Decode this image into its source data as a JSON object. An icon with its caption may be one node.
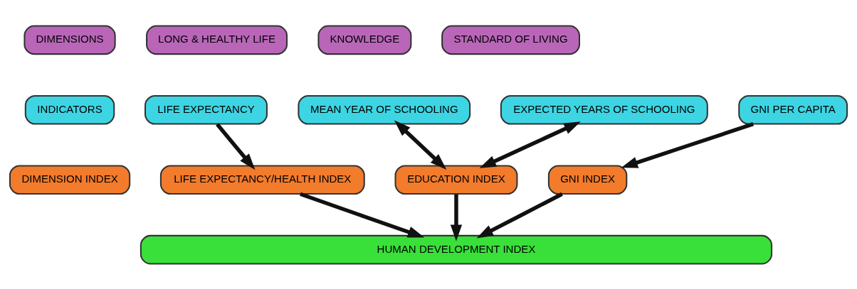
{
  "diagram": {
    "nodes": [
      {
        "text": [
          "DIMENSIONS"
        ]
      },
      {
        "text": [
          "LONG & HEALTHY LIFE"
        ]
      },
      {
        "text": [
          "KNOWLEDGE"
        ]
      },
      {
        "text": [
          "STANDARD OF LIVING"
        ]
      },
      {
        "text": [
          "INDICATORS"
        ]
      },
      {
        "text": [
          "LIFE EXPECTANCY"
        ]
      },
      {
        "text": [
          "MEAN YEAR OF SCHOOLING"
        ]
      },
      {
        "text": [
          "EXPECTED YEARS OF SCHOOLING"
        ]
      },
      {
        "text": [
          "GNI PER CAPITA"
        ]
      },
      {
        "text": [
          "DIMENSION INDEX"
        ]
      },
      {
        "text": [
          "LIFE EXPECTANCY/HEALTH INDEX"
        ]
      },
      {
        "text": [
          "EDUCATION INDEX"
        ]
      },
      {
        "text": [
          "GNI INDEX"
        ]
      },
      {
        "text": [
          "HUMAN DEVELOPMENT INDEX"
        ]
      }
    ],
    "edges": [
      {
        "from": 5,
        "to": 10,
        "arrow": "to"
      },
      {
        "from": 6,
        "to": 11,
        "arrow": "both"
      },
      {
        "from": 7,
        "to": 11,
        "arrow": "both"
      },
      {
        "from": 8,
        "to": 12,
        "arrow": "to"
      },
      {
        "from": 10,
        "to": 13,
        "arrow": "to"
      },
      {
        "from": 11,
        "to": 13,
        "arrow": "to"
      },
      {
        "from": 12,
        "to": 13,
        "arrow": "to"
      }
    ]
  }
}
